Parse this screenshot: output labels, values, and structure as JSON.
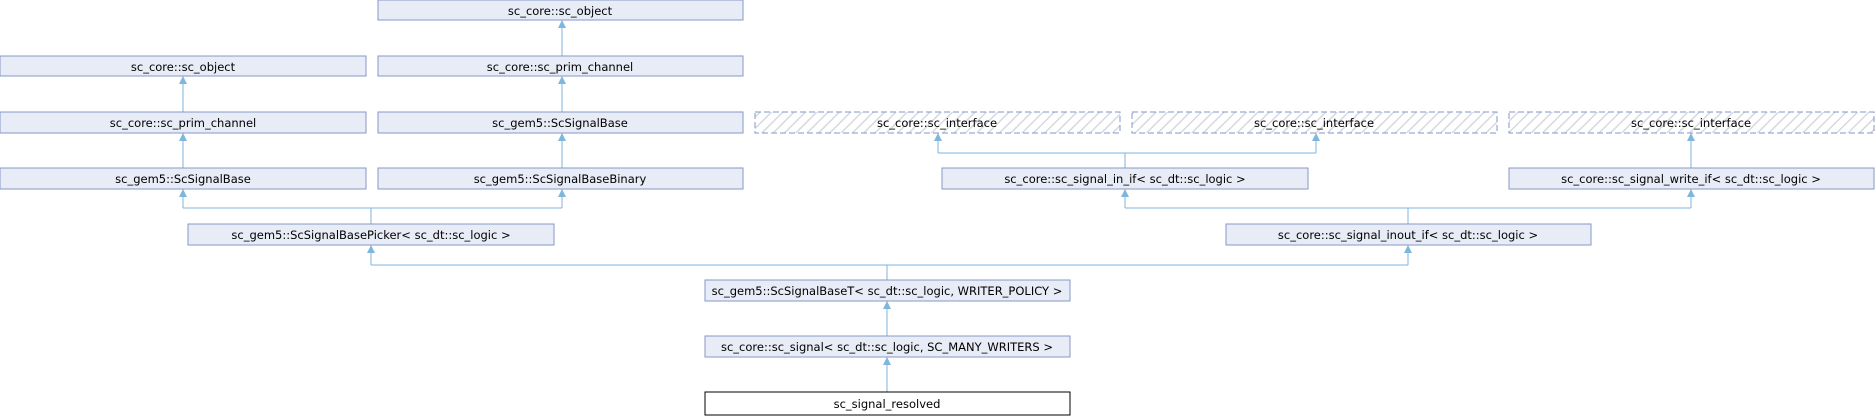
{
  "diagram": {
    "nodes": {
      "top_sc_object": "sc_core::sc_object",
      "right_sc_prim_channel": "sc_core::sc_prim_channel",
      "left_sc_object": "sc_core::sc_object",
      "left_sc_prim_channel": "sc_core::sc_prim_channel",
      "mid_scsignalbase": "sc_gem5::ScSignalBase",
      "iface_1": "sc_core::sc_interface",
      "iface_2": "sc_core::sc_interface",
      "iface_3": "sc_core::sc_interface",
      "left_scsignalbase": "sc_gem5::ScSignalBase",
      "scsignalbasebinary": "sc_gem5::ScSignalBaseBinary",
      "sc_signal_in_if": "sc_core::sc_signal_in_if< sc_dt::sc_logic >",
      "sc_signal_write_if": "sc_core::sc_signal_write_if< sc_dt::sc_logic >",
      "scsignalbasepicker": "sc_gem5::ScSignalBasePicker< sc_dt::sc_logic >",
      "sc_signal_inout_if": "sc_core::sc_signal_inout_if< sc_dt::sc_logic >",
      "scsignalbaset": "sc_gem5::ScSignalBaseT< sc_dt::sc_logic, WRITER_POLICY >",
      "sc_signal": "sc_core::sc_signal< sc_dt::sc_logic, SC_MANY_WRITERS >",
      "sc_signal_resolved": "sc_signal_resolved"
    }
  }
}
